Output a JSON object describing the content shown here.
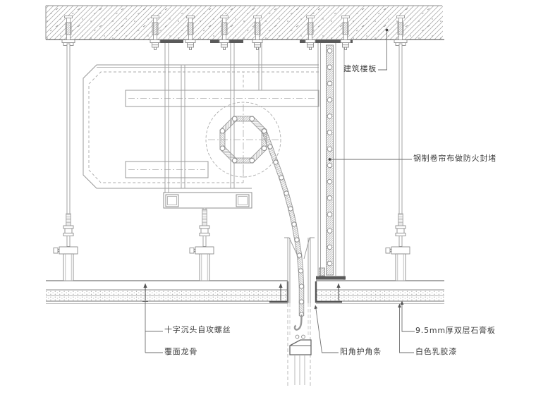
{
  "drawing": {
    "kind": "ceiling fire roller-curtain construction detail (section)",
    "annotations": {
      "building_slab": {
        "label": "建筑楼板"
      },
      "steel_curtain_seal": {
        "label": "钢制卷帘布做防火封堵"
      },
      "self_tapping_screw": {
        "label": "十字沉头自攻螺丝"
      },
      "furring_channel": {
        "label": "覆面龙骨"
      },
      "corner_bead": {
        "label": "阳角护角条"
      },
      "gypsum_board": {
        "label": "9.5mm厚双层石膏板"
      },
      "white_latex_paint": {
        "label": "白色乳胶漆"
      }
    },
    "colors": {
      "background": "#ffffff",
      "line": "#8c8c8c",
      "light_line": "#aaaaaa",
      "dark_line": "#555555",
      "dark_fill": "#5a5a5a",
      "hatch": "#a6a6a6",
      "text": "#3e3e3e"
    }
  }
}
